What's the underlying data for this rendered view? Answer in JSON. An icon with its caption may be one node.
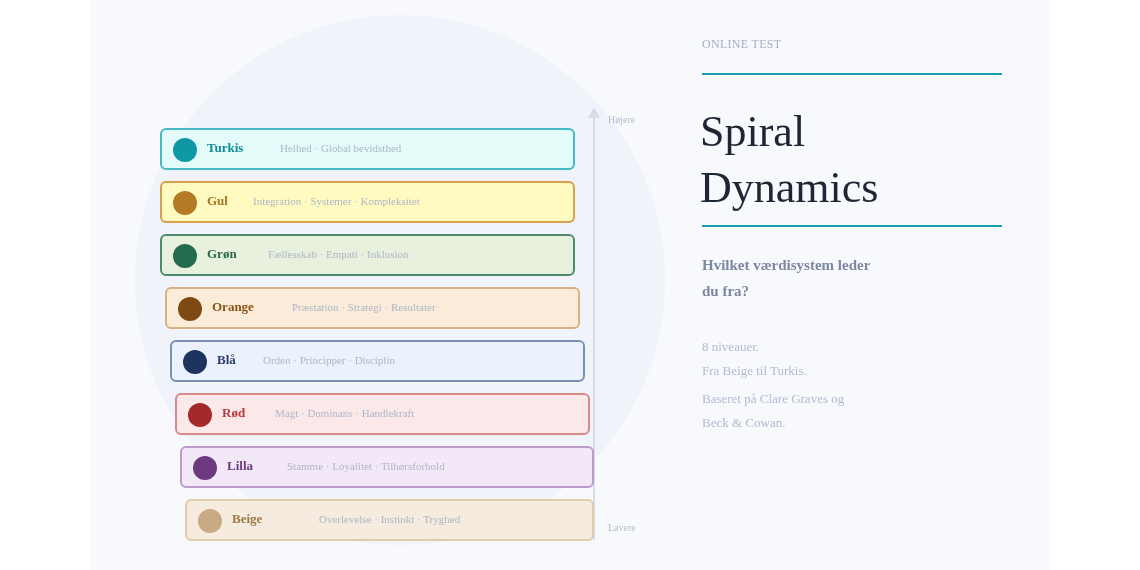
{
  "diagram": {
    "title": "Spiral Dynamics",
    "nodes": [
      {
        "text": [
          "Turkis",
          "Helhed · Global bevidsthed"
        ]
      },
      {
        "text": [
          "Gul",
          "Integration · Systemer · Kompleksitet"
        ]
      },
      {
        "text": [
          "Grøn",
          "Fællesskab · Empati · Inklusion"
        ]
      },
      {
        "text": [
          "Orange",
          "Præstation · Strategi · Resultater"
        ]
      },
      {
        "text": [
          "Blå",
          "Orden · Principper · Disciplin"
        ]
      },
      {
        "text": [
          "Rød",
          "Magt · Dominans · Handlekraft"
        ]
      },
      {
        "text": [
          "Lilla",
          "Stamme · Loyalitet · Tilhørsforhold"
        ]
      },
      {
        "text": [
          "Beige",
          "Overlevelse · Instinkt · Tryghed"
        ]
      }
    ],
    "edges": [],
    "labels": [
      "ONLINE TEST",
      "Højere",
      "Lavere",
      "Hvilket værdisystem leder du fra?",
      "8 niveauer.",
      "Fra Beige til Turkis.",
      "Baseret på Clare Graves og Beck & Cowan."
    ]
  }
}
